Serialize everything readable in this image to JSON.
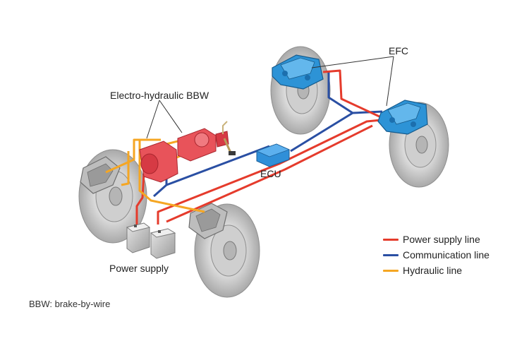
{
  "labels": {
    "efc": "EFC",
    "electro_hydraulic_bbw": "Electro-hydraulic BBW",
    "ecu": "ECU",
    "power_supply": "Power supply",
    "footnote": "BBW: brake-by-wire"
  },
  "legend": [
    {
      "label": "Power supply line",
      "color": "#e53b2c"
    },
    {
      "label": "Communication line",
      "color": "#2a4fa3"
    },
    {
      "label": "Hydraulic line",
      "color": "#f5a623"
    }
  ],
  "colors": {
    "power": "#e53b2c",
    "communication": "#2a4fa3",
    "hydraulic": "#f5a623",
    "caliper_blue": "#2d93d6",
    "bbw_red": "#e8535a",
    "ecu_blue": "#2f8fd8",
    "disc": "#d7d7d7"
  }
}
